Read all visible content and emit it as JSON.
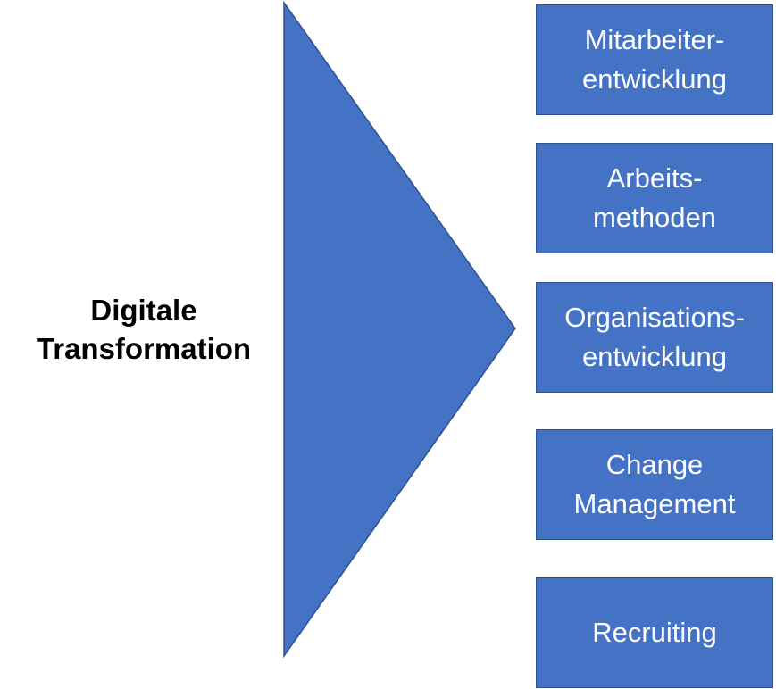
{
  "colors": {
    "fill": "#4472C4",
    "stroke": "#2F528F",
    "box_text": "#FFFFFF",
    "source_text": "#000000"
  },
  "source": {
    "lines": [
      "Digitale",
      "Transformation"
    ]
  },
  "targets": [
    {
      "lines": [
        "Mitarbeiter-",
        "entwicklung"
      ]
    },
    {
      "lines": [
        "Arbeits-",
        "methoden"
      ]
    },
    {
      "lines": [
        "Organisations-",
        "entwicklung"
      ]
    },
    {
      "lines": [
        "Change",
        "Management"
      ]
    },
    {
      "lines": [
        "Recruiting"
      ]
    }
  ]
}
